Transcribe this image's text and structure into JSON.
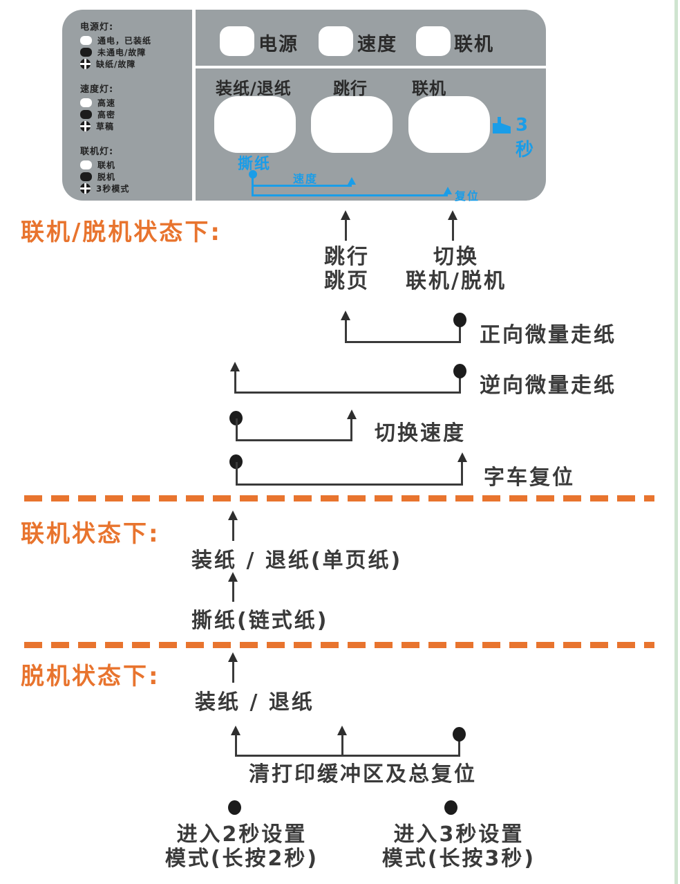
{
  "colors": {
    "orange": "#e8742e",
    "blue": "#1a9de8",
    "panel_gray": "#9aa0a3",
    "green_border": "#cfe4d0",
    "ink": "#3a3a3a"
  },
  "panel": {
    "legend": {
      "groups": [
        {
          "title": "电源灯:",
          "items": [
            {
              "icon": "led-on-symbol",
              "label": "通电，已装纸"
            },
            {
              "icon": "led-off-symbol",
              "label": "未通电/故障"
            },
            {
              "icon": "led-blink-symbol",
              "label": "缺纸/故障"
            }
          ]
        },
        {
          "title": "速度灯:",
          "items": [
            {
              "icon": "led-on-symbol",
              "label": "高速"
            },
            {
              "icon": "led-off-symbol",
              "label": "高密"
            },
            {
              "icon": "led-blink-symbol",
              "label": "草稿"
            }
          ]
        },
        {
          "title": "联机灯:",
          "items": [
            {
              "icon": "led-on-symbol",
              "label": "联机"
            },
            {
              "icon": "led-off-symbol",
              "label": "脱机"
            },
            {
              "icon": "led-blink-symbol",
              "label": "3秒模式"
            }
          ]
        }
      ]
    },
    "leds": {
      "power": "电源",
      "speed": "速度",
      "online": "联机"
    },
    "buttons": {
      "load": "装纸/退纸",
      "linefeed": "跳行",
      "online": "联机"
    },
    "notes": {
      "tear": "撕纸",
      "speed": "速度",
      "reset": "复位",
      "hold3": "3秒"
    }
  },
  "sections": {
    "a": {
      "header": "联机/脱机状态下:",
      "lf_line1": "跳行",
      "lf_line2": "跳页",
      "online_line1": "切换",
      "online_line2": "联机/脱机",
      "fwd": "正向微量走纸",
      "rev": "逆向微量走纸",
      "speed": "切换速度",
      "carriage": "字车复位"
    },
    "b": {
      "header": "联机状态下:",
      "load": "装纸 / 退纸(单页纸)",
      "tear": "撕纸(链式纸)"
    },
    "c": {
      "header": "脱机状态下:",
      "load": "装纸 / 退纸",
      "clear": "清打印缓冲区及总复位",
      "setup2_line1": "进入2秒设置",
      "setup2_line2": "模式(长按2秒)",
      "setup3_line1": "进入3秒设置",
      "setup3_line2": "模式(长按3秒)"
    }
  }
}
